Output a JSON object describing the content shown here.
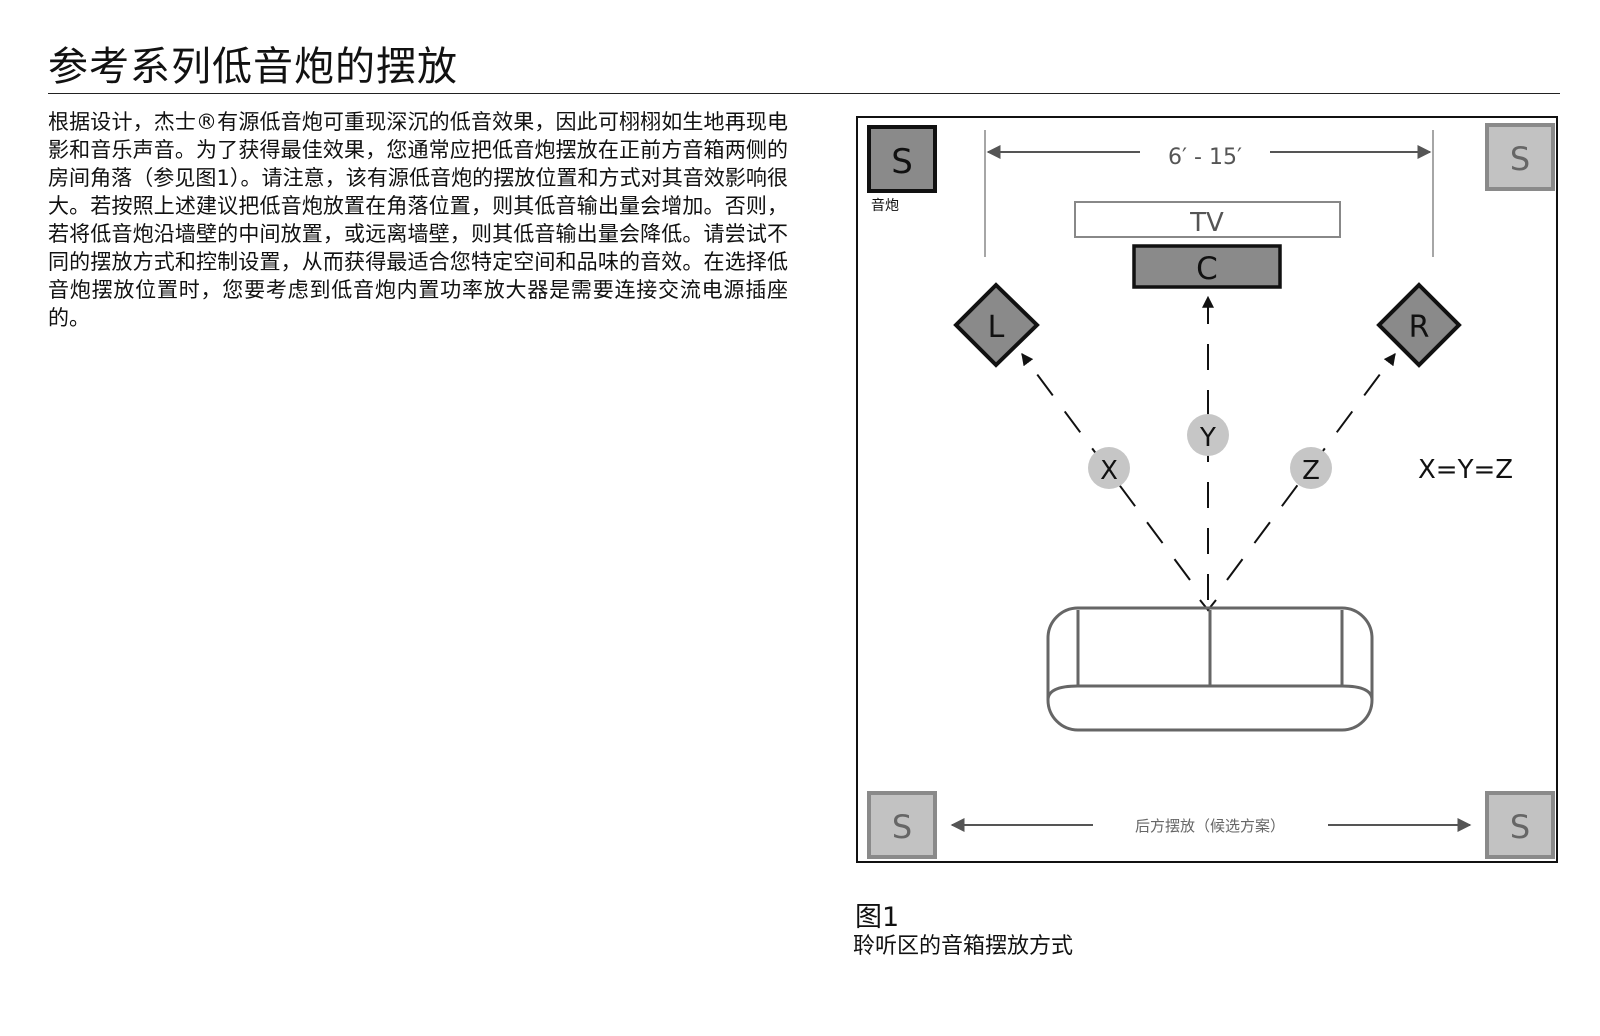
{
  "page": {
    "title": "参考系列低音炮的摆放",
    "body": "根据设计，杰士®有源低音炮可重现深沉的低音效果，因此可栩栩如生地再现电影和音乐声音。为了获得最佳效果，您通常应把低音炮摆放在正前方音箱两侧的房间角落（参见图1）。请注意，该有源低音炮的摆放位置和方式对其音效影响很大。若按照上述建议把低音炮放置在角落位置，则其低音输出量会增加。否则，若将低音炮沿墙壁的中间放置，或远离墙壁，则其低音输出量会降低。请尝试不同的摆放方式和控制设置，从而获得最适合您特定空间和品味的音效。在选择低音炮摆放位置时，您要考虑到低音炮内置功率放大器是需要连接交流电源插座的。"
  },
  "diagram": {
    "subwoofer_letter": "S",
    "subwoofer_label": "音炮",
    "distance_label": "6′ - 15′",
    "tv_label": "TV",
    "center_label": "C",
    "left_label": "L",
    "right_label": "R",
    "x_label": "X",
    "y_label": "Y",
    "z_label": "Z",
    "equation": "X=Y=Z",
    "rear_label": "后方摆放（候选方案）",
    "colors": {
      "active_fill": "#8a8a8a",
      "optional_fill": "#c2c2c2",
      "circle_fill": "#c6c6c6",
      "line": "#555555"
    }
  },
  "figure": {
    "number": "图1",
    "caption": "聆听区的音箱摆放方式"
  }
}
